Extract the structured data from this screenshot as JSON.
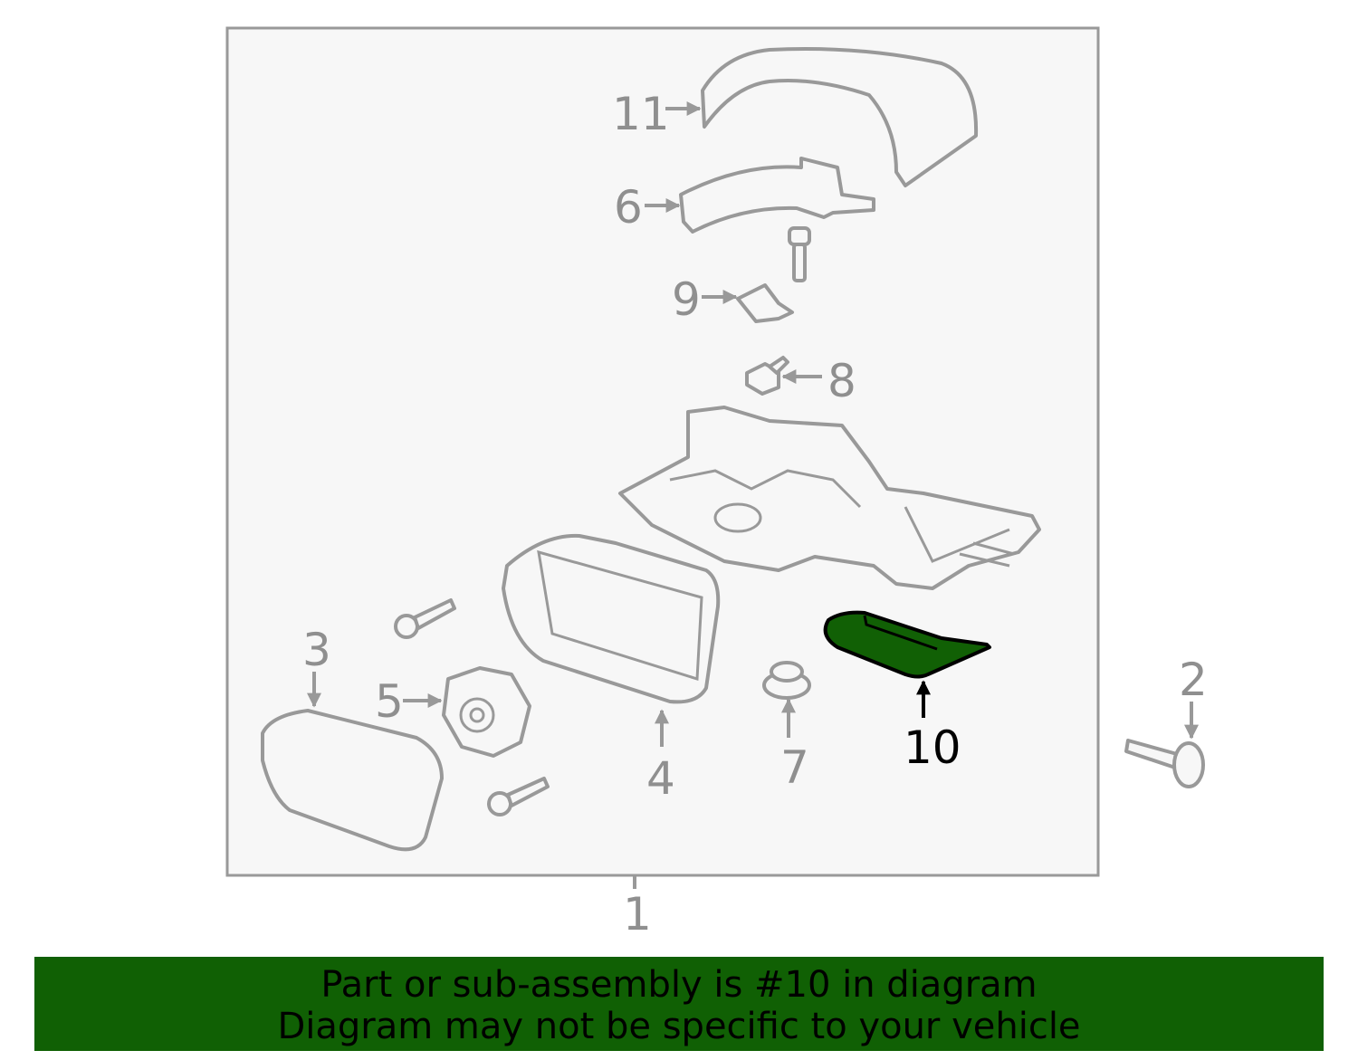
{
  "diagram": {
    "highlight_color": "#116005",
    "callouts": [
      "1",
      "2",
      "3",
      "4",
      "5",
      "6",
      "7",
      "8",
      "9",
      "10",
      "11"
    ],
    "highlighted_part": "10"
  },
  "banner": {
    "line1": "Part or sub-assembly is #10 in diagram",
    "line2": "Diagram may not be specific to your vehicle",
    "color": "#106004"
  }
}
